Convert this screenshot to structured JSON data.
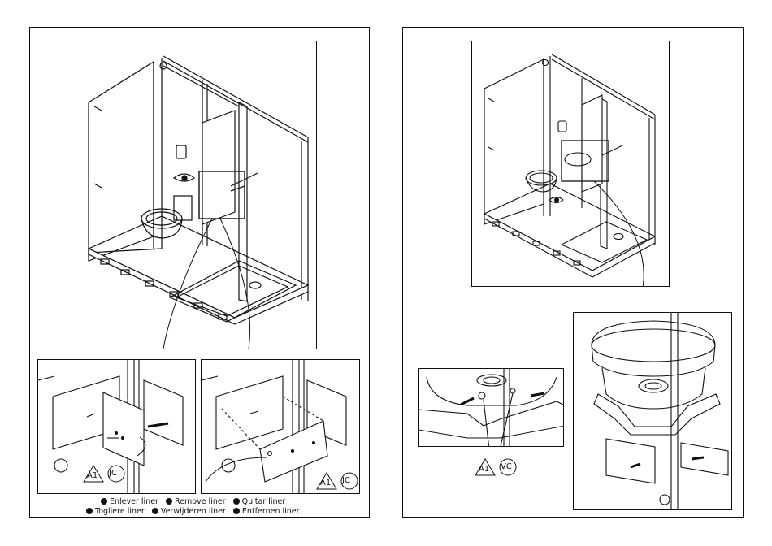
{
  "left_panel": {
    "callout": {
      "code_a": "A1",
      "code_b": "JC"
    },
    "callout2": {
      "code_a": "A1",
      "code_b": "JC"
    },
    "captions": {
      "line1": [
        "Enlever liner",
        "Remove liner",
        "Quitar liner"
      ],
      "line2": [
        "Togliere liner",
        "Verwijderen liner",
        "Entfernen liner"
      ]
    }
  },
  "right_panel": {
    "callout": {
      "code_a": "A1",
      "code_b": "VC"
    }
  },
  "colors": {
    "line": "#111111",
    "fill": "#ffffff",
    "shade": "#d9d9d9"
  }
}
